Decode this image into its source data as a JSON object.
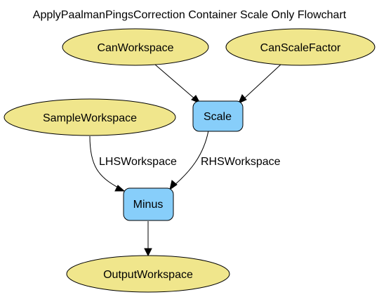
{
  "title": "ApplyPaalmanPingsCorrection Container Scale Only Flowchart",
  "colors": {
    "data_node": "#f0e68c",
    "algorithm_node": "#87cefa",
    "stroke": "#000000"
  },
  "nodes": {
    "can_workspace": "CanWorkspace",
    "can_scale_factor": "CanScaleFactor",
    "sample_workspace": "SampleWorkspace",
    "scale": "Scale",
    "minus": "Minus",
    "output_workspace": "OutputWorkspace"
  },
  "edge_labels": {
    "lhs": "LHSWorkspace",
    "rhs": "RHSWorkspace"
  }
}
